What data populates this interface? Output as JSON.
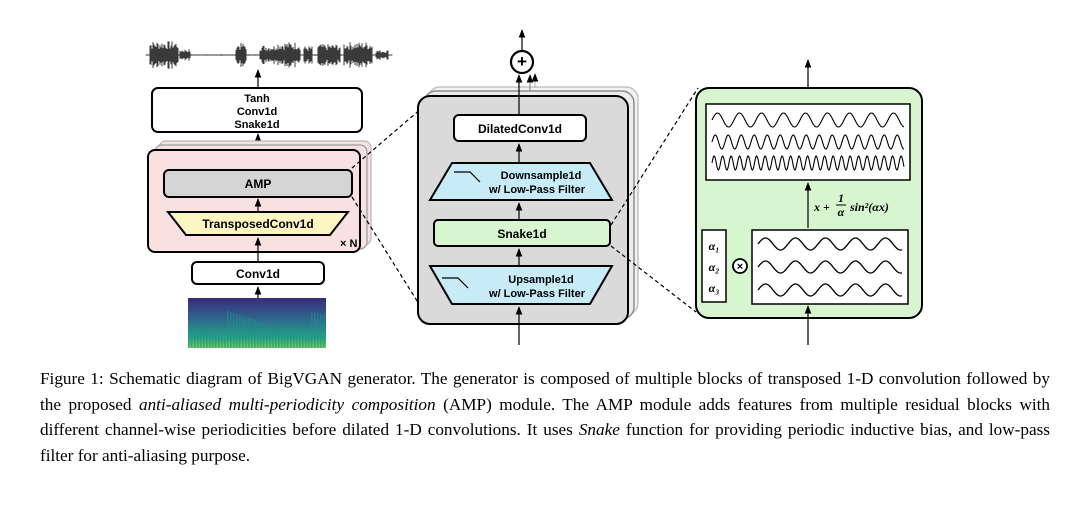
{
  "figure": {
    "left_stack": {
      "output_block": [
        "Tanh",
        "Conv1d",
        "Snake1d"
      ],
      "amp_label": "AMP",
      "transposed_label": "TransposedConv1d",
      "repeat_label": "× N",
      "conv_label": "Conv1d"
    },
    "amp_module": {
      "dilated_label": "DilatedConv1d",
      "downsample_label": [
        "Downsample1d",
        "w/ Low-Pass Filter"
      ],
      "snake_label": "Snake1d",
      "upsample_label": [
        "Upsample1d",
        "w/ Low-Pass Filter"
      ],
      "sum_symbol": "+"
    },
    "snake_detail": {
      "alpha_labels": [
        "α₁",
        "α₂",
        "α₃"
      ],
      "multiply_symbol": "×",
      "formula_left": "x +",
      "formula_num": "1",
      "formula_den": "α",
      "formula_right": "sin²(αx)"
    },
    "colors": {
      "pink_panel": "#f9e1e1",
      "gray_block": "#d4d4d4",
      "yellow_block": "#fdf6c3",
      "green_block": "#d7f6cf",
      "cyan_block": "#c7ecf8",
      "gray_module": "#dadada"
    }
  },
  "caption": {
    "prefix": "Figure 1:",
    "s1": "Schematic diagram of BigVGAN generator.  The generator is composed of multiple blocks of transposed 1-D convolution followed by the proposed ",
    "em1": "anti-aliased multi-periodicity composition",
    "s2": " (AMP) module. The AMP module adds features from multiple residual blocks with different channel-wise periodicities before dilated 1-D convolutions. It uses ",
    "em2": "Snake",
    "s3": " function for providing periodic inductive bias, and low-pass filter for anti-aliasing purpose."
  }
}
